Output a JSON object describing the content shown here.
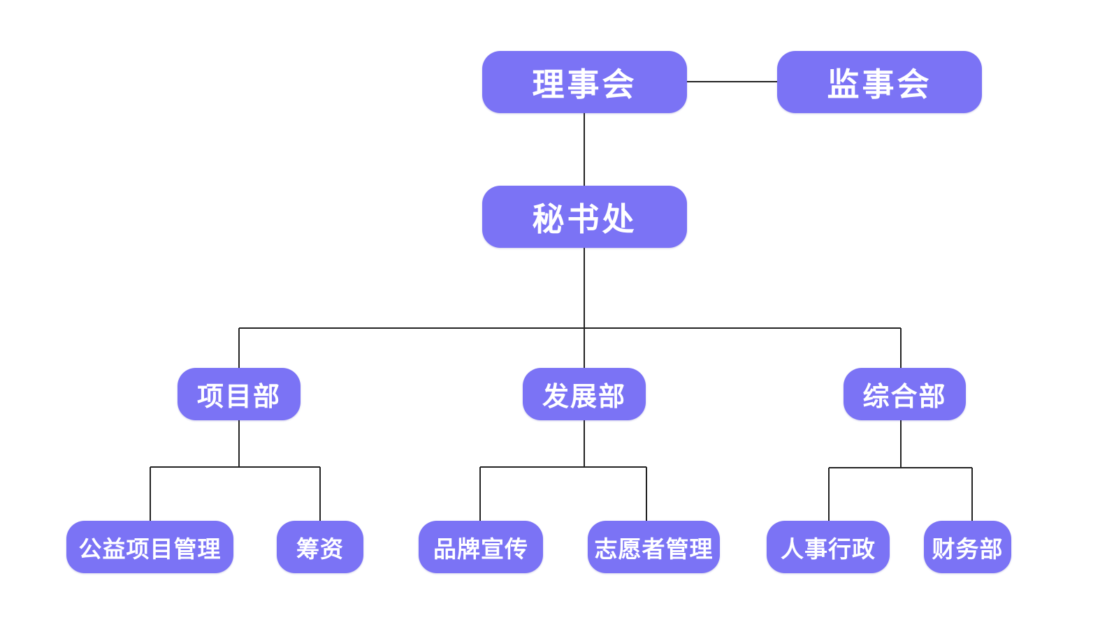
{
  "theme": {
    "node_color": "#7b73f5",
    "text_color": "#ffffff",
    "line_color": "#222222"
  },
  "board": "理事会",
  "supervisors": "监事会",
  "secretariat": "秘书处",
  "departments": {
    "projects": {
      "label": "项目部",
      "children": [
        "公益项目管理",
        "筹资"
      ]
    },
    "development": {
      "label": "发展部",
      "children": [
        "品牌宣传",
        "志愿者管理"
      ]
    },
    "general": {
      "label": "综合部",
      "children": [
        "人事行政",
        "财务部"
      ]
    }
  }
}
